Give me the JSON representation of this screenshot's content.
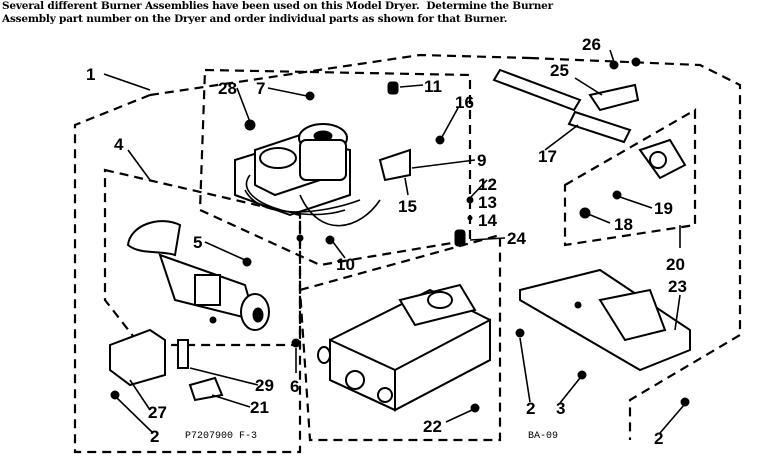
{
  "note": {
    "line1": "Several different Burner Assemblies have been used on this Model Dryer.  Determine the Burner",
    "line2": "Assembly part number on the Dryer and order individual parts as shown for that Burner."
  },
  "callouts": {
    "c1": "1",
    "c2a": "2",
    "c2b": "2",
    "c2c": "2",
    "c3": "3",
    "c4": "4",
    "c5": "5",
    "c6": "6",
    "c7": "7",
    "c9": "9",
    "c10": "10",
    "c11": "11",
    "c12": "12",
    "c13": "13",
    "c14": "14",
    "c15": "15",
    "c16": "16",
    "c17": "17",
    "c18": "18",
    "c19": "19",
    "c20": "20",
    "c21": "21",
    "c22": "22",
    "c23": "23",
    "c24": "24",
    "c25": "25",
    "c26": "26",
    "c27": "27",
    "c28": "28",
    "c29": "29"
  },
  "footer": {
    "code": "P7207900 F-3",
    "sheet": "BA-09"
  }
}
